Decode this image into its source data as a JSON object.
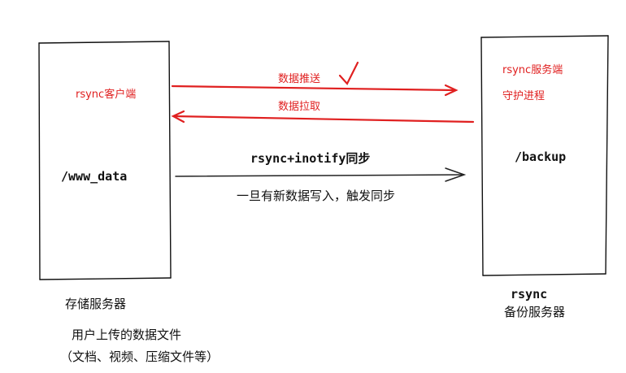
{
  "client": {
    "role_label": "rsync客户端",
    "dir": "/www_data",
    "name": "存储服务器",
    "note_line1": "用户上传的数据文件",
    "note_line2": "（文档、视频、压缩文件等）"
  },
  "server": {
    "role_line1": "rsync服务端",
    "role_line2": "守护进程",
    "dir": "/backup",
    "name_line1": "rsync",
    "name_line2": "备份服务器"
  },
  "arrows": {
    "push_label": "数据推送",
    "pull_label": "数据拉取",
    "sync_label": "rsync+inotify同步",
    "sync_note": "一旦有新数据写入，触发同步"
  },
  "colors": {
    "accent": "#e02020",
    "ink": "#111111"
  }
}
